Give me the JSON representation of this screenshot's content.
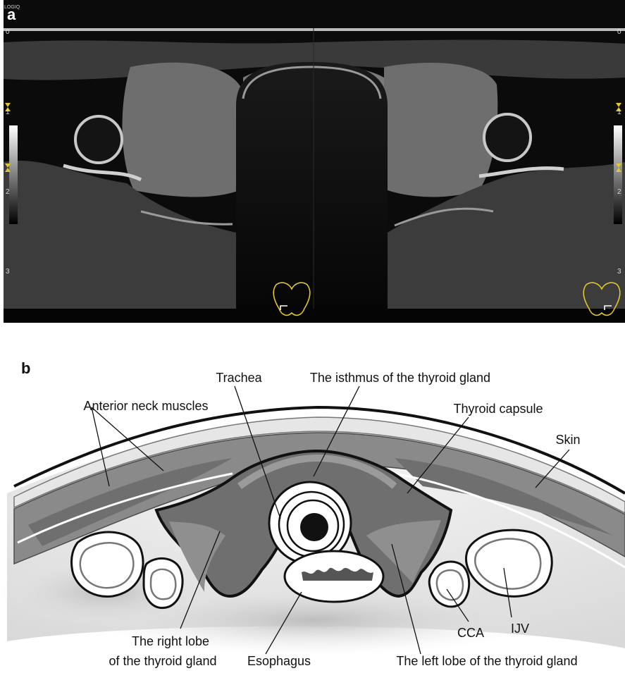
{
  "panel_a": {
    "letter": "a",
    "probe_tag": "LOGIQ",
    "depth_marks_left": [
      "1",
      "2",
      "3"
    ],
    "depth_marks_right": [
      "1",
      "2",
      "3"
    ],
    "top_mark_left": "0",
    "top_mark_right": "0"
  },
  "panel_b": {
    "letter": "b",
    "labels": {
      "trachea": "Trachea",
      "isthmus": "The isthmus of the thyroid gland",
      "anterior_muscles": "Anterior neck muscles",
      "capsule": "Thyroid capsule",
      "skin": "Skin",
      "right_lobe_line1": "The right lobe",
      "right_lobe_line2": "of the thyroid gland",
      "esophagus": "Esophagus",
      "left_lobe": "The left lobe of the thyroid gland",
      "cca": "CCA",
      "ijv": "IJV"
    }
  },
  "colors": {
    "us_background": "#0b0b0b",
    "marker_yellow": "#e3c629",
    "thyroid_gray": "#6f6f6f",
    "muscle_gray": "#8a8a8a"
  }
}
